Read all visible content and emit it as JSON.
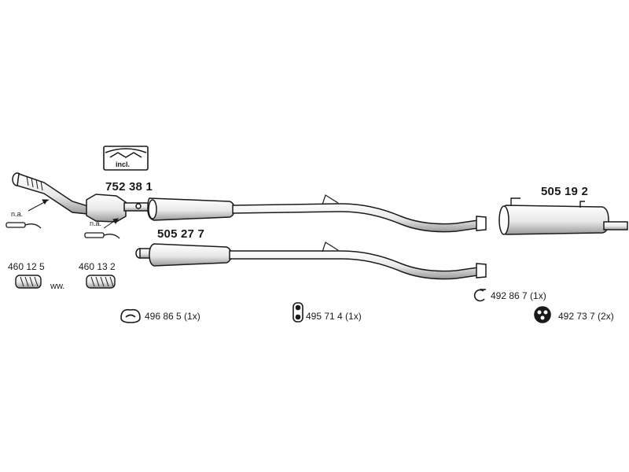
{
  "parts": {
    "cat_assembly": {
      "number": "752 38 1",
      "kit_note": "incl."
    },
    "front_pipe_na_1": "n.a.",
    "front_pipe_na_2": "n.a.",
    "middle_pipe_a": "505 27 7",
    "rear_silencer": "505 19 2",
    "gasket_a": "460 12 5",
    "gasket_b": "460 13 2",
    "gasket_ww": "ww.",
    "rubber_ring": "496 86 5 (1x)",
    "hanger": "495 71 4 (1x)",
    "clamp": "492 86 7 (1x)",
    "rubber_mount": "492 73 7 (2x)"
  },
  "icons": {
    "kit_box": "kit-box-icon",
    "sensor": "lambda-sensor-icon",
    "gasket": "flex-gasket-icon",
    "ring": "rubber-ring-icon",
    "hanger": "rubber-hanger-icon",
    "clamp": "pipe-clamp-icon",
    "mount": "rubber-mount-icon"
  },
  "colors": {
    "line": "#1a1a1a",
    "fill": "#ffffff",
    "shade": "#cfcfcf"
  }
}
